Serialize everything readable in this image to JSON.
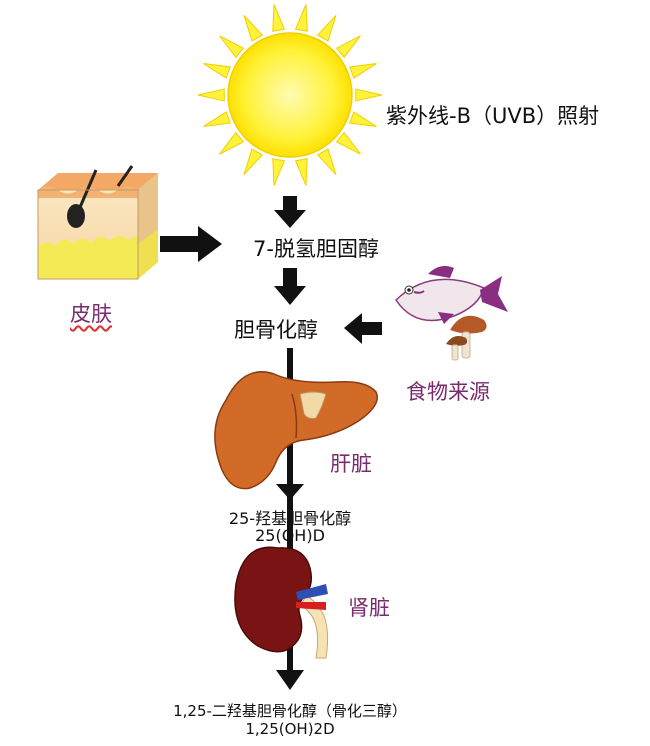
{
  "labels": {
    "uvb": "紫外线-B（UVB）照射",
    "dehydro": "7-脱氢胆固醇",
    "cholecalciferol": "胆骨化醇",
    "skin": "皮肤",
    "food": "食物来源",
    "liver": "肝脏",
    "hydroxy_name": "25-羟基胆骨化醇",
    "hydroxy_formula": "25(OH)D",
    "kidney": "肾脏",
    "dihydroxy_name": "1,25-二羟基胆骨化醇（骨化三醇）",
    "dihydroxy_formula": "1,25(OH)2D"
  },
  "colors": {
    "sun": "#fff23a",
    "sun_glow": "#fde600",
    "skin_face": "#f7dca8",
    "skin_top": "#f4b36f",
    "fat": "#f4ea55",
    "liver": "#d26a28",
    "kidney": "#7a1414",
    "label_accent": "#7a2a6e",
    "arrow": "#111111"
  }
}
